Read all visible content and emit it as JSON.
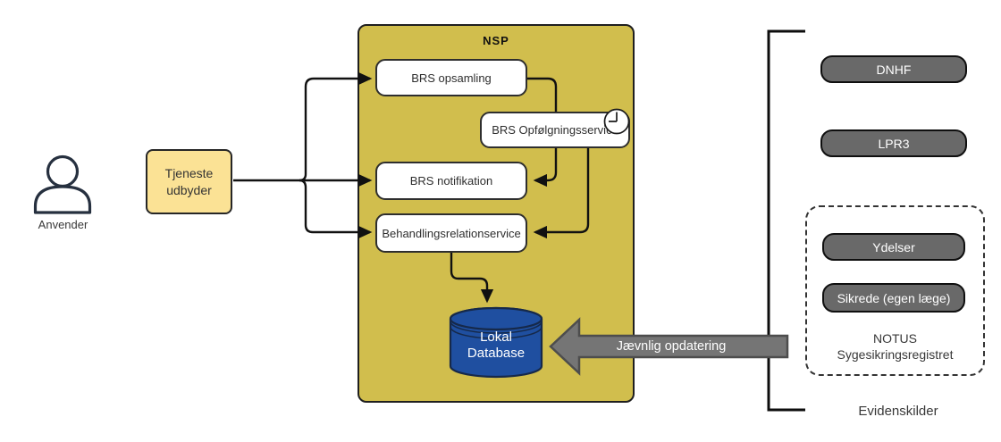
{
  "diagram": {
    "actor": {
      "label": "Anvender",
      "icon": "person-icon"
    },
    "service_provider": {
      "label": "Tjeneste udbyder"
    },
    "nsp": {
      "title": "NSP",
      "opsamling": "BRS opsamling",
      "opfolgningsservice": "BRS Opfølgningsservice",
      "opfolgningsservice_icon": "clock-icon",
      "notifikation": "BRS notifikation",
      "behandlingsrelationservice": "Behandlingsrelationservice",
      "database_label": "Lokal\nDatabase"
    },
    "update_arrow": {
      "label": "Jævnlig opdatering"
    },
    "evidence": {
      "dnhf": "DNHF",
      "lpr3": "LPR3",
      "ydelser": "Ydelser",
      "sikrede": "Sikrede (egen læge)",
      "notus_label": "NOTUS\nSygesikringsregistret",
      "group_label": "Evidenskilder"
    },
    "colors": {
      "nsp_fill": "#d1be4d",
      "provider_fill": "#fbe295",
      "database_fill": "#1f4fa0",
      "source_fill": "#696969",
      "update_arrow_fill": "#757575",
      "line": "#111111"
    }
  }
}
